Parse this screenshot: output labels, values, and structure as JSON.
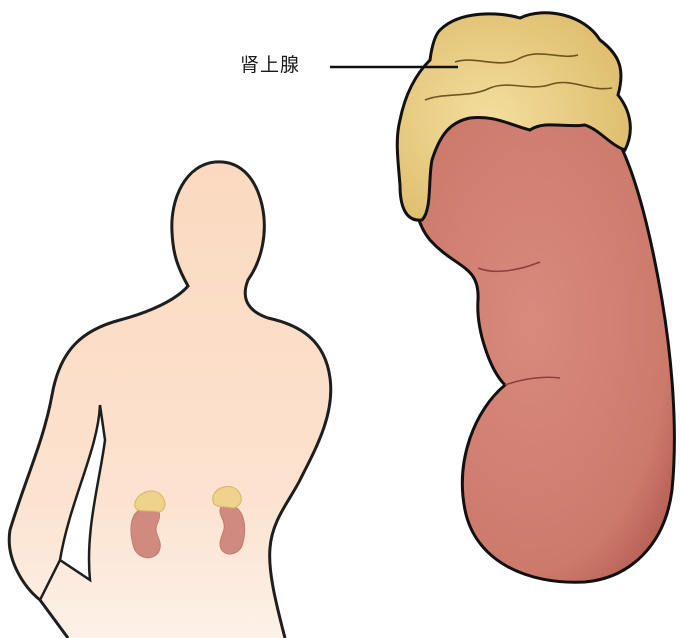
{
  "annotation": {
    "label": "肾上腺"
  },
  "colors": {
    "skin": "#fbdcc4",
    "skin_outline": "#222222",
    "kidney": "#d08070",
    "kidney_dark": "#b85f55",
    "adrenal": "#ecd08a",
    "adrenal_dark": "#d9b560",
    "outline": "#111111"
  },
  "icons": [
    "human-silhouette",
    "kidney-pair",
    "adrenal-gland-cap",
    "kidney-enlarged"
  ]
}
